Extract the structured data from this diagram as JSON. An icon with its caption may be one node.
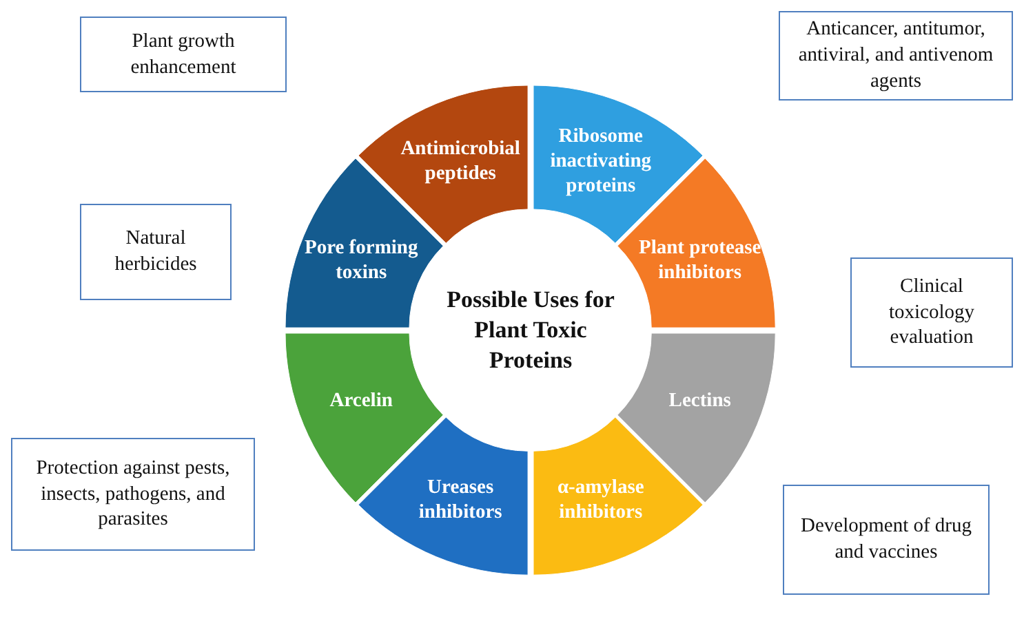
{
  "diagram": {
    "nodes": [
      {
        "text": [
          "Plant growth enhancement"
        ]
      },
      {
        "text": [
          "Antimicrobial peptides"
        ]
      },
      {
        "text": [
          "Ribosome inactivating proteins"
        ]
      },
      {
        "text": [
          "Anticancer, antitumor, antiviral, and antivenom agents"
        ]
      },
      {
        "text": [
          "Pore forming toxins"
        ]
      },
      {
        "text": [
          "Possible Uses for Plant Toxic Proteins"
        ]
      },
      {
        "text": [
          "Plant protease inhibitors"
        ]
      },
      {
        "text": [
          "Natural herbicides"
        ]
      },
      {
        "text": [
          "Clinical toxicology evaluation"
        ]
      },
      {
        "text": [
          "Arcelin"
        ]
      },
      {
        "text": [
          "Lectins"
        ]
      },
      {
        "text": [
          "Protection against pests, insects, pathogens, and parasites"
        ]
      },
      {
        "text": [
          "Ureases inhibitors"
        ]
      },
      {
        "text": [
          "α-amylase inhibitors"
        ]
      },
      {
        "text": [
          "Development of drug and vaccines"
        ]
      }
    ],
    "edges": []
  }
}
